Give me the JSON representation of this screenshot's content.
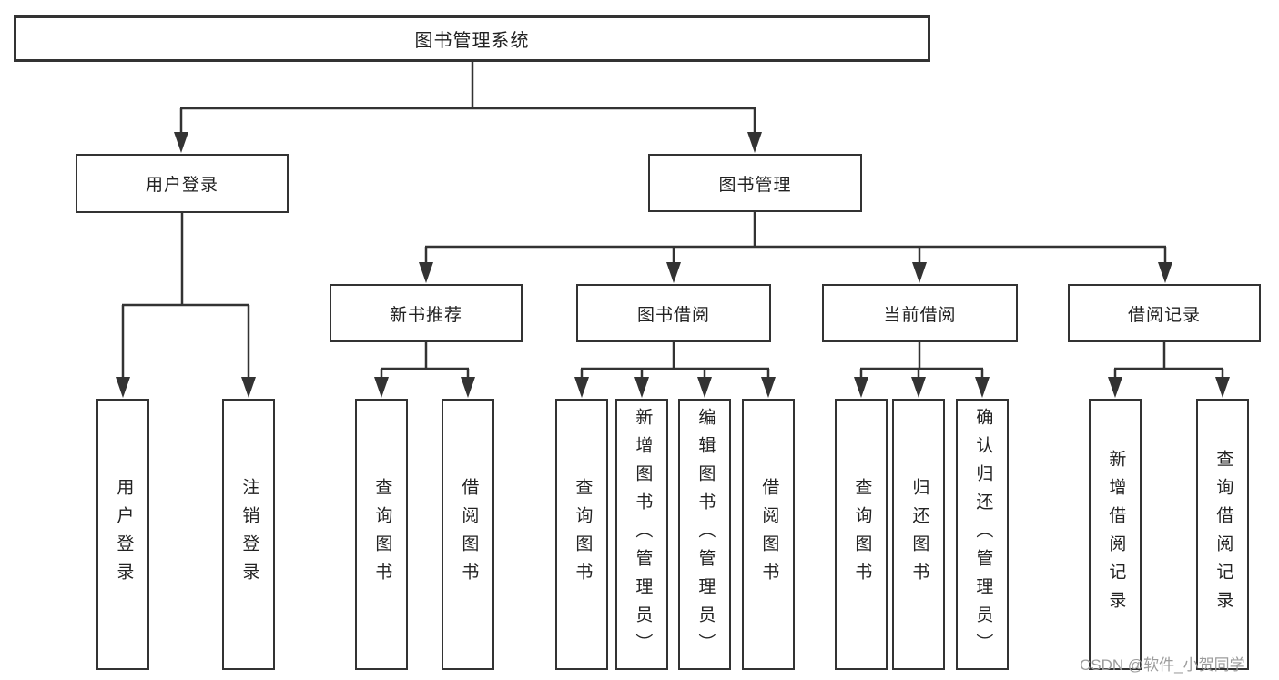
{
  "diagram": {
    "root": {
      "label": "图书管理系统"
    },
    "level2": [
      {
        "label": "用户登录"
      },
      {
        "label": "图书管理"
      }
    ],
    "level3": [
      {
        "label": "新书推荐"
      },
      {
        "label": "图书借阅"
      },
      {
        "label": "当前借阅"
      },
      {
        "label": "借阅记录"
      }
    ],
    "leaves": [
      {
        "label": "用户登录"
      },
      {
        "label": "注销登录"
      },
      {
        "label": "查询图书"
      },
      {
        "label": "借阅图书"
      },
      {
        "label": "查询图书"
      },
      {
        "label": "新增图书（管理员）"
      },
      {
        "label": "编辑图书（管理员）"
      },
      {
        "label": "借阅图书"
      },
      {
        "label": "查询图书"
      },
      {
        "label": "归还图书"
      },
      {
        "label": "确认归还（管理员）"
      },
      {
        "label": "新增借阅记录"
      },
      {
        "label": "查询借阅记录"
      }
    ],
    "watermark": "CSDN @软件_小贺同学",
    "colors": {
      "line": "#333333",
      "text": "#222222",
      "watermark": "#9c9c9c",
      "background": "#ffffff"
    }
  }
}
